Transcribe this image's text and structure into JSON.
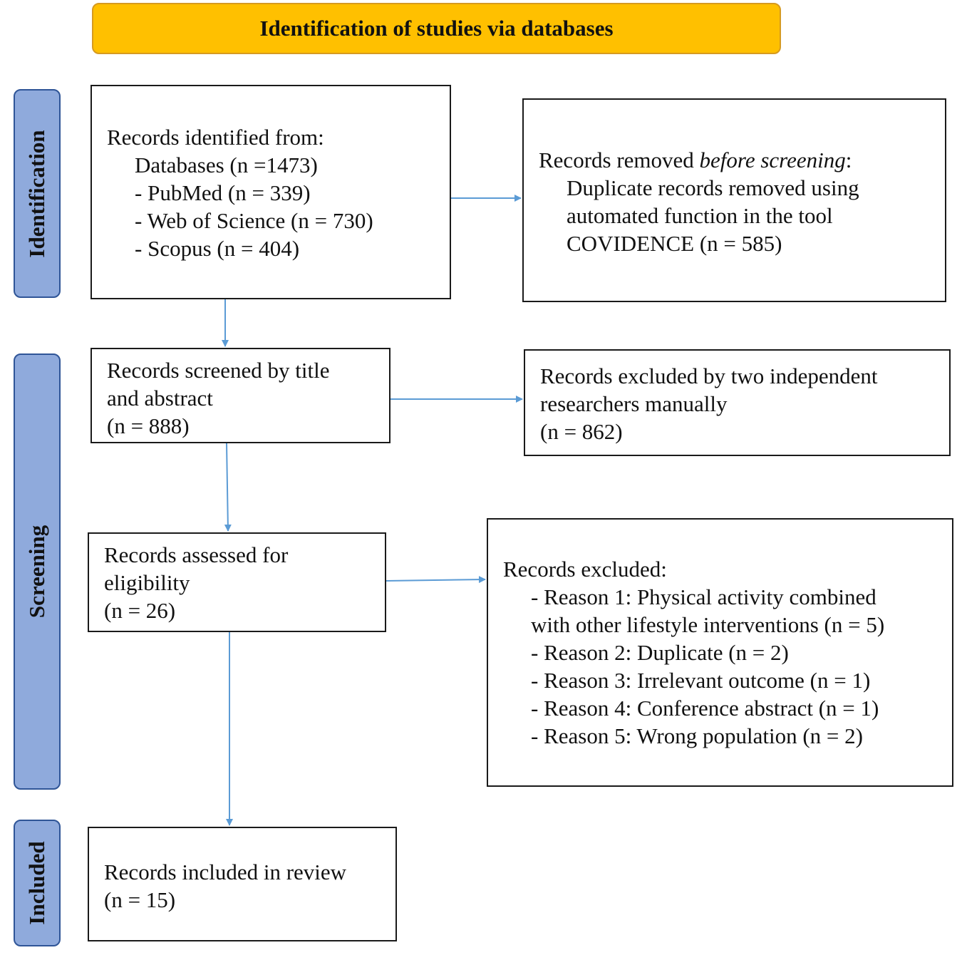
{
  "header": {
    "title": "Identification of studies via databases"
  },
  "phases": {
    "identification": "Identification",
    "screening": "Screening",
    "included": "Included"
  },
  "identified": {
    "lines": [
      "Records identified from:",
      "Databases (n =1473)",
      "- PubMed (n = 339)",
      "- Web of Science (n = 730)",
      "- Scopus (n = 404)"
    ]
  },
  "removed": {
    "prefix": "Records removed ",
    "emphasis": "before screening",
    "suffix": ":",
    "lines": [
      "Duplicate records removed using",
      "automated function in the tool",
      "COVIDENCE (n = 585)"
    ]
  },
  "screened": {
    "lines": [
      "Records screened by title",
      "and abstract",
      "(n = 888)"
    ]
  },
  "excluded_manual": {
    "lines": [
      "Records excluded by two independent",
      "researchers manually",
      "(n = 862)"
    ]
  },
  "assessed": {
    "lines": [
      "Records assessed for",
      "eligibility",
      "(n = 26)"
    ]
  },
  "excluded_reasons": {
    "lines": [
      "Records excluded:",
      "- Reason 1: Physical activity combined",
      "with other lifestyle interventions (n = 5)",
      "- Reason 2: Duplicate (n = 2)",
      "- Reason 3: Irrelevant outcome (n = 1)",
      "- Reason 4: Conference abstract (n = 1)",
      "- Reason 5: Wrong population (n = 2)"
    ]
  },
  "included": {
    "lines": [
      "Records included in review",
      "(n = 15)"
    ]
  },
  "colors": {
    "header_fill": "#FFC000",
    "phase_fill": "#8FAADC",
    "arrow": "#5B9BD5"
  }
}
